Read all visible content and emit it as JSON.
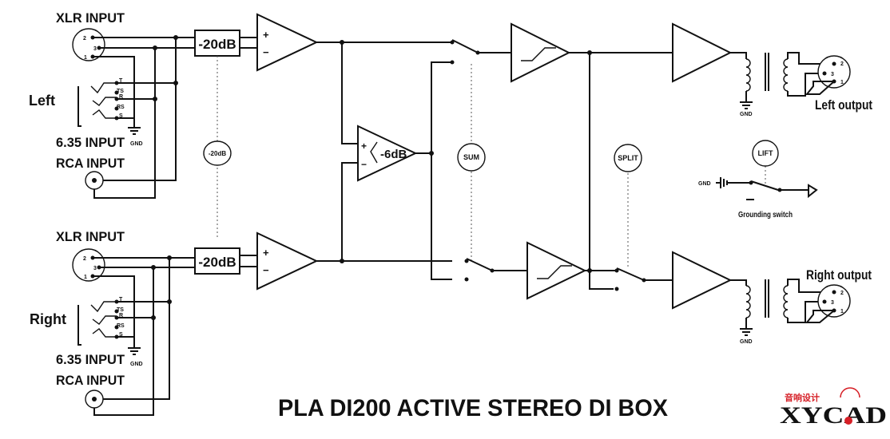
{
  "title": "PLA DI200 ACTIVE STEREO  DI BOX",
  "left_channel": {
    "xlr_label": "XLR INPUT",
    "side_label": "Left",
    "jack_label": "6.35 INPUT",
    "rca_label": "RCA INPUT",
    "pad_label": "-20dB",
    "pad_switch_label": "-20dB",
    "output_label": "Left output"
  },
  "right_channel": {
    "xlr_label": "XLR INPUT",
    "side_label": "Right",
    "jack_label": "6.35 INPUT",
    "rca_label": "RCA INPUT",
    "pad_label": "-20dB",
    "output_label": "Right output"
  },
  "xlr_pins": [
    "2",
    "3",
    "1"
  ],
  "jack_pins": [
    "T",
    "TS",
    "R",
    "RS",
    "S"
  ],
  "gnd_label": "GND",
  "summing_amp_label": "-6dB",
  "amp_plus": "+",
  "amp_minus": "−",
  "sum_switch_label": "SUM",
  "split_switch_label": "SPLIT",
  "lift_switch_label": "LIFT",
  "grounding_switch_label": "Grounding switch",
  "logo": {
    "text": "XYCAD",
    "subtitle": "音响设计",
    "accent_color": "#d61f26"
  }
}
